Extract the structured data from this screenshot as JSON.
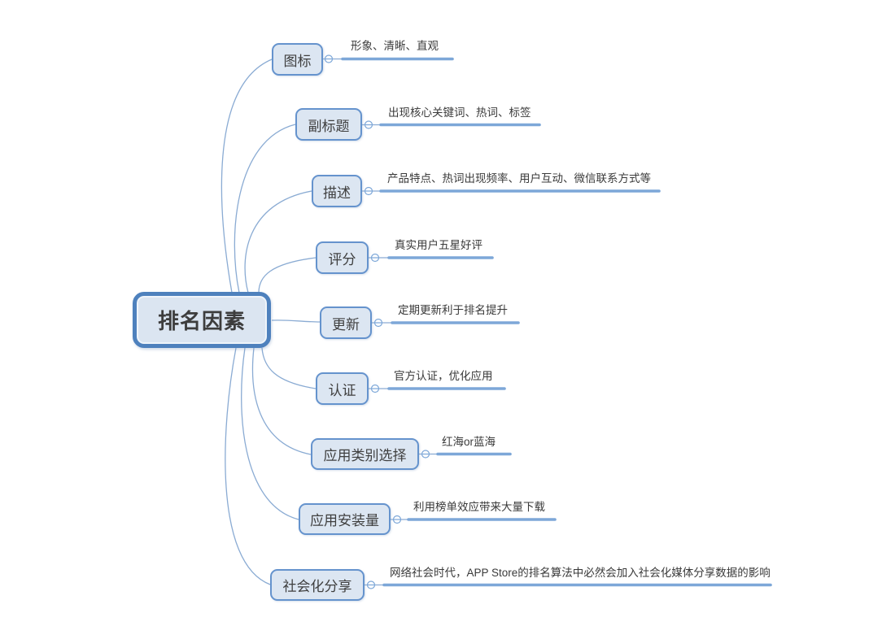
{
  "diagram": {
    "type": "mindmap",
    "title": "排名因素",
    "branches": [
      {
        "label": "图标",
        "leaf": "形象、清晰、直观"
      },
      {
        "label": "副标题",
        "leaf": "出现核心关键词、热词、标签"
      },
      {
        "label": "描述",
        "leaf": "产品特点、热词出现频率、用户互动、微信联系方式等"
      },
      {
        "label": "评分",
        "leaf": "真实用户五星好评"
      },
      {
        "label": "更新",
        "leaf": "定期更新利于排名提升"
      },
      {
        "label": "认证",
        "leaf": "官方认证，优化应用"
      },
      {
        "label": "应用类别选择",
        "leaf": "红海or蓝海"
      },
      {
        "label": "应用安装量",
        "leaf": "利用榜单效应带来大量下载"
      },
      {
        "label": "社会化分享",
        "leaf": "网络社会时代，APP Store的排名算法中必然会加入社会化媒体分享数据的影响"
      }
    ],
    "colors": {
      "central_border": "#4e81bd",
      "node_border": "#6593cd",
      "node_fill": "#dce6f2",
      "leaf_line": "#7da7d8",
      "curve": "#8aabd3",
      "text": "#3f3f3f",
      "background": "#ffffff"
    }
  }
}
